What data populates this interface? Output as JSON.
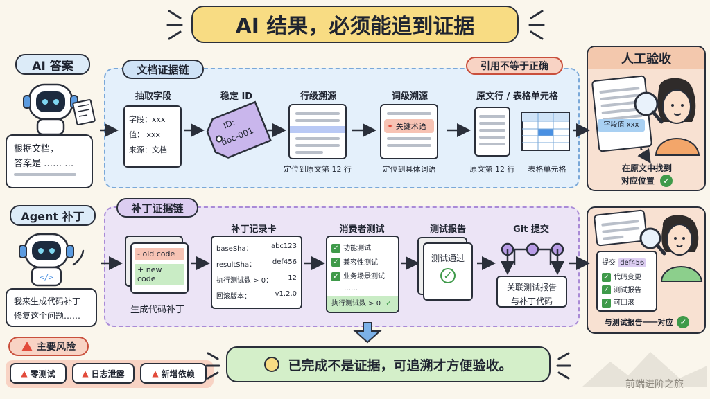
{
  "title": "AI 结果，必须能追到证据",
  "ai_answer": {
    "badge": "AI 答案",
    "bubble_line1": "根据文档，",
    "bubble_line2": "答案是 …… …"
  },
  "doc_chain": {
    "label": "文档证据链",
    "warning": "引用不等于正确",
    "steps": [
      {
        "title": "抽取字段",
        "rows": [
          "字段：xxx",
          "值：  xxx",
          "来源：文档"
        ]
      },
      {
        "title": "稳定 ID",
        "tag_line1": "ID:",
        "tag_line2": "doc-001"
      },
      {
        "title": "行级溯源",
        "caption": "定位到原文第 12 行"
      },
      {
        "title": "词级溯源",
        "term": "关键术语",
        "caption": "定位到具体词语"
      },
      {
        "title": "原文行 / 表格单元格",
        "caption_a": "原文第 12 行",
        "caption_b": "表格单元格"
      }
    ]
  },
  "review_top": {
    "title": "人工验收",
    "field_value": "字段值 xxx",
    "caption_line1": "在原文中找到",
    "caption_line2": "对应位置"
  },
  "agent_patch": {
    "badge": "Agent 补丁",
    "bubble_line1": "我来生成代码补丁",
    "bubble_line2": "修复这个问题……"
  },
  "patch_chain": {
    "label": "补丁证据链",
    "gen": {
      "old": "- old code",
      "new": "+ new code",
      "caption": "生成代码补丁"
    },
    "record": {
      "title": "补丁记录卡",
      "rows": [
        {
          "k": "baseSha：",
          "v": "abc123"
        },
        {
          "k": "resultSha：",
          "v": "def456"
        },
        {
          "k": "执行测试数 > 0：",
          "v": "12"
        },
        {
          "k": "回滚版本：",
          "v": "v1.2.0"
        }
      ]
    },
    "consumer": {
      "title": "消费者测试",
      "items": [
        "功能测试",
        "兼容性测试",
        "业务场景测试",
        "……"
      ],
      "footer": "执行测试数 > 0"
    },
    "report": {
      "title": "测试报告",
      "text": "测试通过"
    },
    "git": {
      "title": "Git 提交",
      "line1": "关联测试报告",
      "line2": "与补丁代码"
    }
  },
  "review_bottom": {
    "commit_label": "提交",
    "commit_sha": "def456",
    "items": [
      "代码变更",
      "测试报告",
      "可回滚"
    ],
    "caption": "与测试报告一一对应"
  },
  "risks": {
    "title": "主要风险",
    "items": [
      "零测试",
      "日志泄露",
      "新增依赖"
    ]
  },
  "conclusion": "已完成不是证据，可追溯才方便验收。",
  "watermark": "前端进阶之旅",
  "colors": {
    "blue_panel": "#e4f0fb",
    "purple_panel": "#ece4f6",
    "orange_panel": "#f8e1d2",
    "accent_red": "#e24b3b",
    "check_green": "#3f9a4a"
  }
}
